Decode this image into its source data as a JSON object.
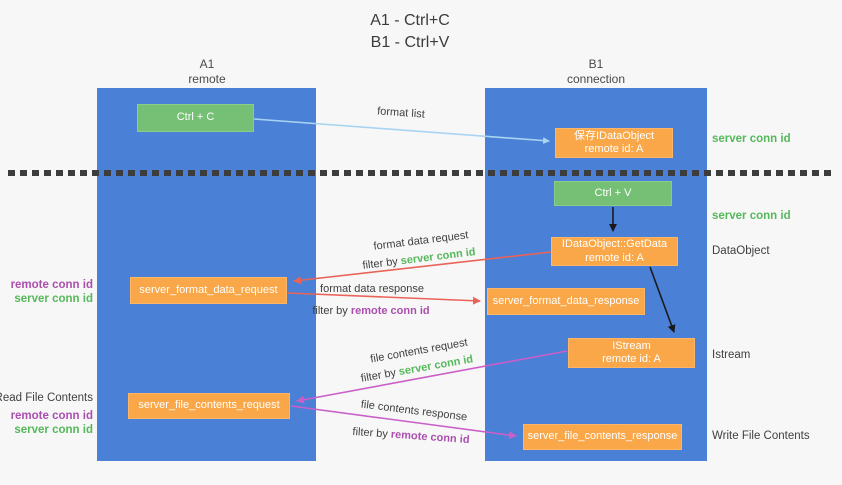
{
  "title": {
    "line1": "A1 - Ctrl+C",
    "line2": "B1 - Ctrl+V"
  },
  "columns": {
    "left": {
      "name": "A1",
      "role": "remote"
    },
    "right": {
      "name": "B1",
      "role": "connection"
    }
  },
  "nodes": {
    "ctrl_c": {
      "label": "Ctrl + C"
    },
    "save_idataobject": {
      "line1": "保存IDataObject",
      "line2": "remote id: A"
    },
    "ctrl_v": {
      "label": "Ctrl + V"
    },
    "getdata": {
      "line1": "IDataObject::GetData",
      "line2": "remote id: A"
    },
    "format_request": {
      "label": "server_format_data_request"
    },
    "format_response": {
      "label": "server_format_data_response"
    },
    "istream": {
      "line1": "IStream",
      "line2": "remote id: A"
    },
    "file_request": {
      "label": "server_file_contents_request"
    },
    "file_response": {
      "label": "server_file_contents_response"
    }
  },
  "edge_labels": {
    "format_list": "format list",
    "format_data_request": "format data request",
    "format_data_response": "format data response",
    "file_contents_request": "file contents request",
    "file_contents_response": "file contents response",
    "filter_by": "filter by",
    "server_conn_id": "server conn id",
    "remote_conn_id": "remote conn id"
  },
  "side_labels": {
    "server_conn_id": "server conn id",
    "remote_conn_id": "remote conn id",
    "dataobject": "DataObject",
    "istream": "Istream",
    "read_file_contents": "Read File Contents",
    "write_file_contents": "Write File Contents"
  },
  "colors": {
    "column_blue": "#4a80d6",
    "box_green": "#76c075",
    "box_orange": "#f9a748",
    "text_green": "#55b85a",
    "text_purple": "#aa4fae",
    "arrow_red": "#e96359",
    "arrow_magenta": "#ca5fc9",
    "arrow_light_blue": "#a8d4f2",
    "arrow_black": "#1a1a1a"
  }
}
